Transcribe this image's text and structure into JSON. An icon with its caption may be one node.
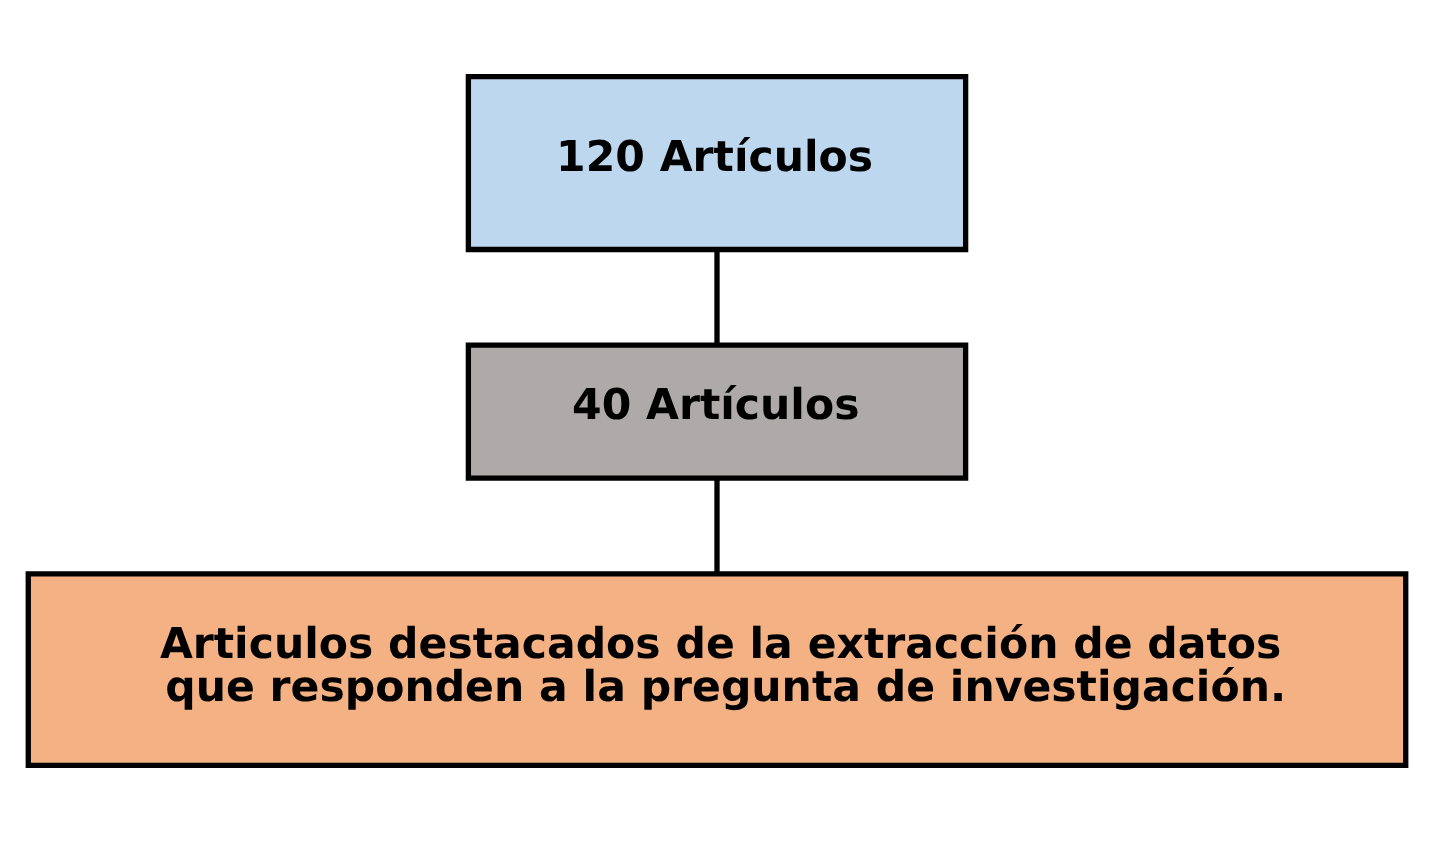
{
  "diagram": {
    "nodes": [
      {
        "text": [
          "120 Artículos"
        ]
      },
      {
        "text": [
          "40 Artículos"
        ]
      },
      {
        "text": [
          "Articulos destacados de la extracción de datos que responden a la pregunta de investigación."
        ]
      }
    ],
    "edges": [
      {
        "from": 0,
        "to": 1,
        "arrow": "none"
      },
      {
        "from": 1,
        "to": 2,
        "arrow": "none"
      }
    ]
  }
}
